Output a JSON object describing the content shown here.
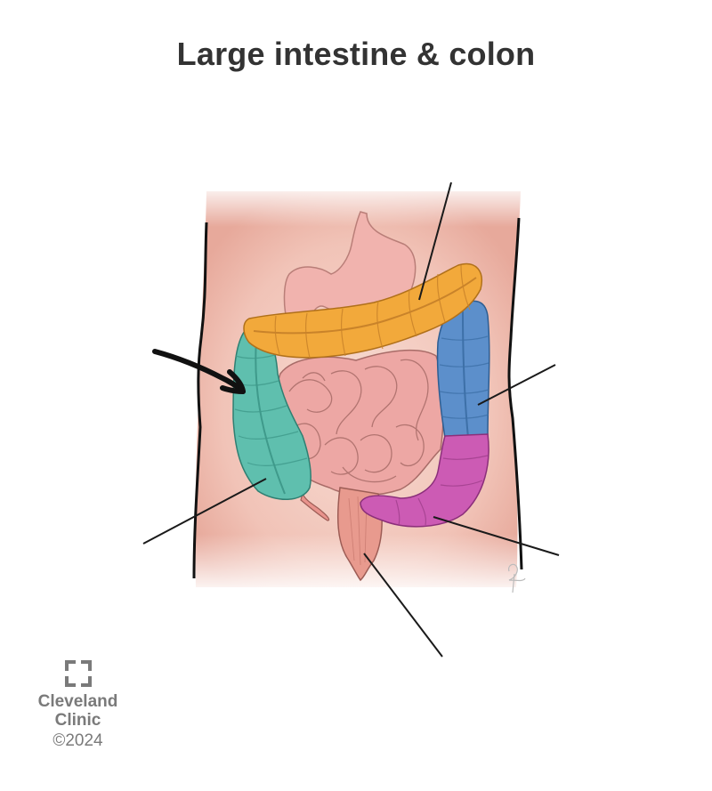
{
  "title": "Large intestine & colon",
  "logo": {
    "line1": "Cleveland",
    "line2": "Clinic",
    "copyright": "©2024",
    "icon": "cleveland-clinic-cross-icon"
  },
  "diagram": {
    "subject": "Large intestine anatomy, front view of abdomen",
    "segments": [
      {
        "id": "transverse-colon",
        "color": "#F2A93B"
      },
      {
        "id": "ascending-colon",
        "color": "#5FBFAE"
      },
      {
        "id": "descending-colon",
        "color": "#5C8FCB"
      },
      {
        "id": "sigmoid-colon",
        "color": "#CC5BB4"
      },
      {
        "id": "rectum",
        "color": "#E89A8E"
      },
      {
        "id": "small-intestine",
        "color": "#EDA7A4"
      },
      {
        "id": "stomach",
        "color": "#F1B3AE"
      },
      {
        "id": "appendix",
        "color": "#E9938C"
      }
    ],
    "leader_lines": [
      {
        "target": "transverse-colon",
        "label": ""
      },
      {
        "target": "descending-colon",
        "label": ""
      },
      {
        "target": "ascending-colon",
        "label": ""
      },
      {
        "target": "sigmoid-colon",
        "label": ""
      },
      {
        "target": "rectum",
        "label": ""
      }
    ],
    "annotation_arrow": {
      "points_to": "ascending-colon",
      "style": "hand-drawn black arrow"
    }
  },
  "colors": {
    "title": "#333333",
    "skin": "#F4C9BE",
    "outline": "#111111",
    "logo_gray": "#7a7a7a"
  }
}
